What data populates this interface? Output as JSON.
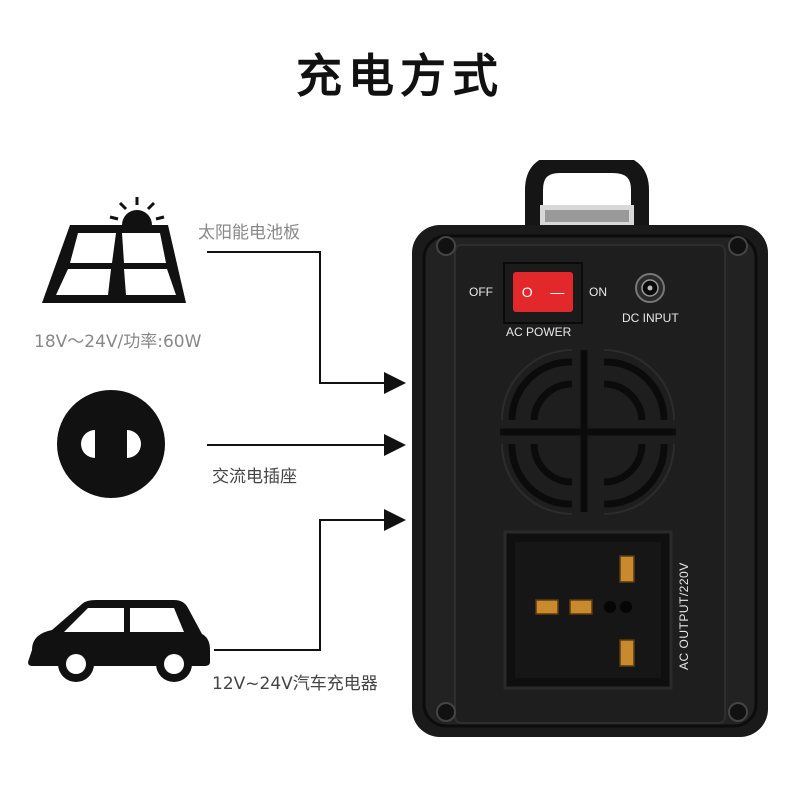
{
  "title": "充电方式",
  "sources": [
    {
      "label": "太阳能电池板",
      "sublabel": "18V～24V/功率:60W",
      "icon": "solar-panel-icon"
    },
    {
      "label": "交流电插座",
      "icon": "power-socket-icon"
    },
    {
      "label": "12V~24V汽车充电器",
      "icon": "car-icon"
    }
  ],
  "device": {
    "switch_off": "OFF",
    "switch_on": "ON",
    "switch_label": "AC POWER",
    "dc_label": "DC INPUT",
    "outlet_label": "AC OUTPUT/220V",
    "switch_symbols": [
      "O",
      "—"
    ]
  },
  "colors": {
    "switch": "#e3282c",
    "body": "#1a1a1a",
    "outlet_pins": "#c98a2e"
  }
}
